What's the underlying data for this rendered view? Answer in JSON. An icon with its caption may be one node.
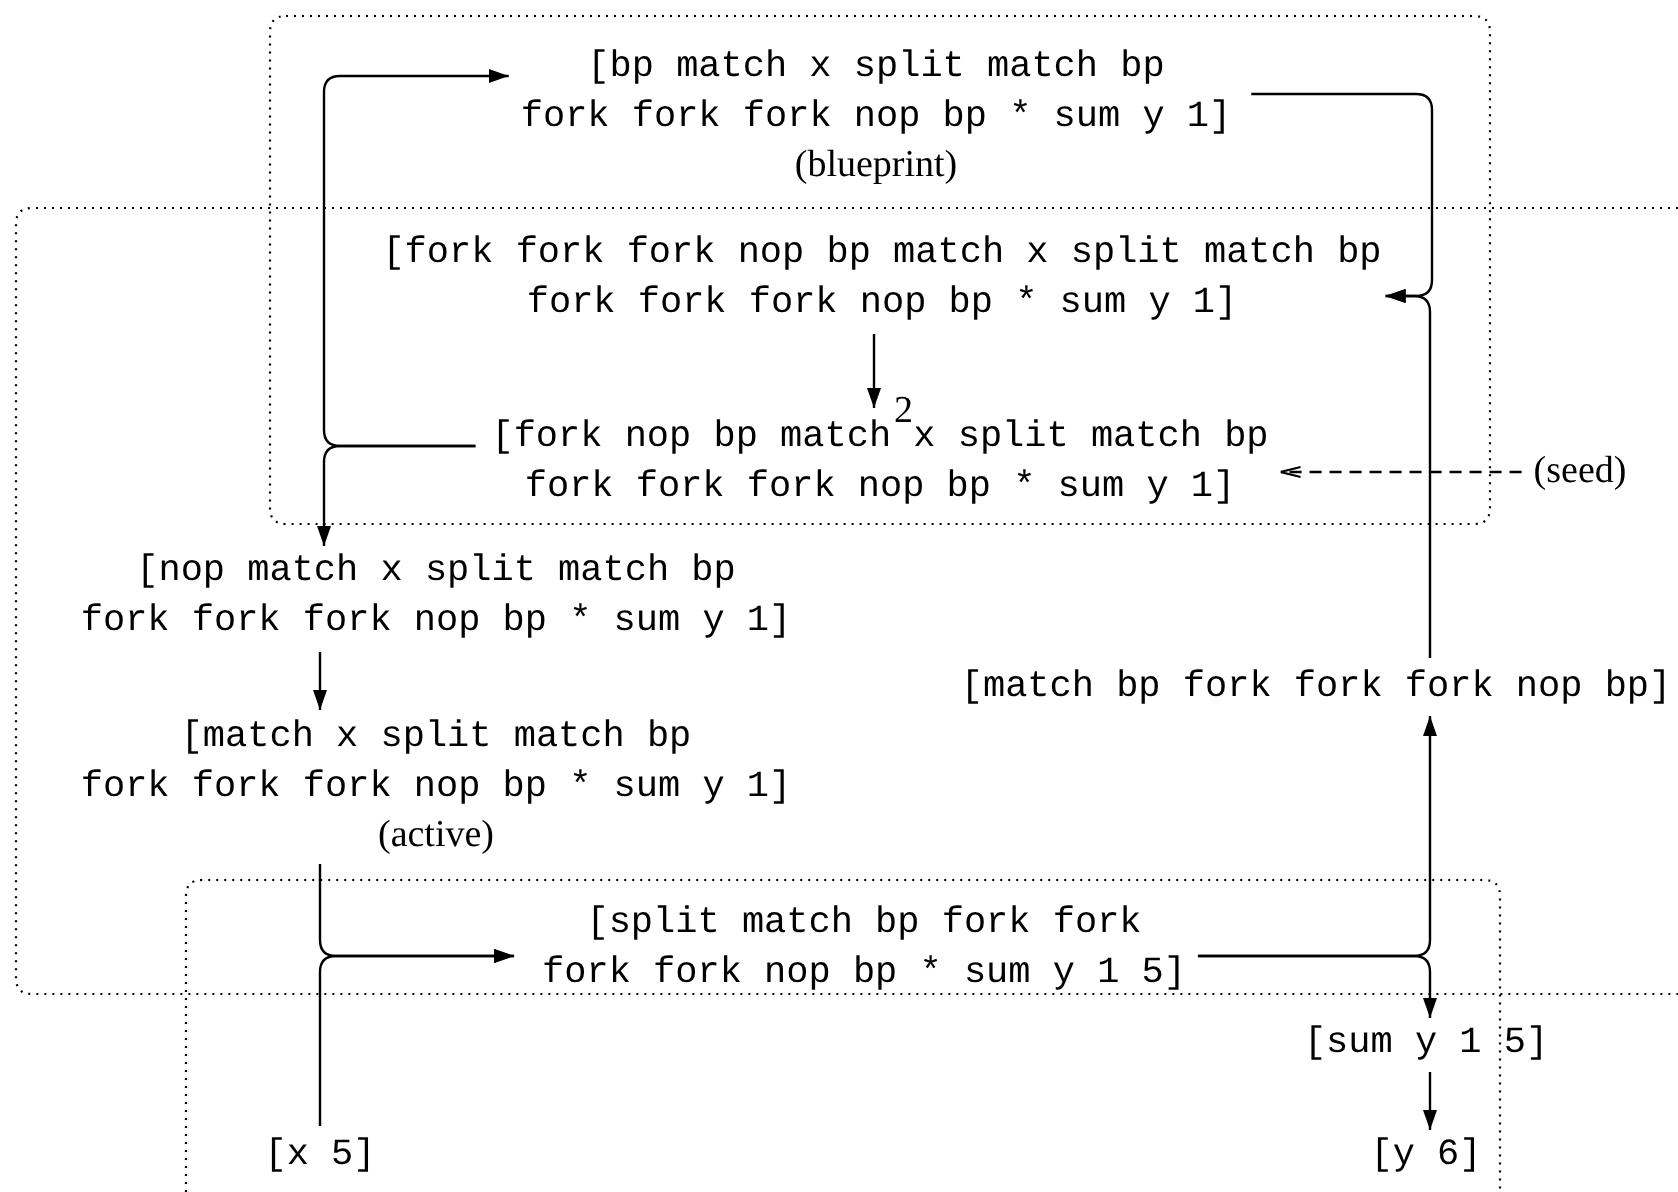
{
  "diagram": {
    "nodes": [
      {
        "text": [
          "[bp match x split match bp fork fork fork nop bp * sum y 1]",
          "(blueprint)"
        ]
      },
      {
        "text": [
          "[fork fork fork nop bp match x split match bp fork fork fork nop bp * sum y 1]"
        ]
      },
      {
        "text": [
          "[fork nop bp match x split match bp fork fork fork nop bp * sum y 1]"
        ]
      },
      {
        "text": [
          "(seed)"
        ]
      },
      {
        "text": [
          "[nop match x split match bp fork fork fork nop bp * sum y 1]"
        ]
      },
      {
        "text": [
          "[match x split match bp fork fork fork nop bp * sum y 1]",
          "(active)"
        ]
      },
      {
        "text": [
          "[match bp fork fork fork nop bp]"
        ]
      },
      {
        "text": [
          "[split match bp fork fork fork fork nop bp * sum y 1 5]"
        ]
      },
      {
        "text": [
          "[sum y 1 5]"
        ]
      },
      {
        "text": [
          "[x 5]"
        ]
      },
      {
        "text": [
          "[y 6]"
        ]
      }
    ],
    "edges": [
      {
        "from": 0,
        "to": 1,
        "arrow": "to"
      },
      {
        "from": 1,
        "to": 2,
        "arrow": "to",
        "label": "2"
      },
      {
        "from": 2,
        "to": 0,
        "arrow": "to"
      },
      {
        "from": 2,
        "to": 4,
        "arrow": "to"
      },
      {
        "from": 3,
        "to": 2,
        "arrow": "to",
        "style": "dashed"
      },
      {
        "from": 4,
        "to": 5,
        "arrow": "to"
      },
      {
        "from": 5,
        "to": 7,
        "arrow": "to"
      },
      {
        "from": 9,
        "to": 7,
        "arrow": "to"
      },
      {
        "from": 7,
        "to": 6,
        "arrow": "to"
      },
      {
        "from": 7,
        "to": 8,
        "arrow": "to"
      },
      {
        "from": 6,
        "to": 1,
        "arrow": "to"
      },
      {
        "from": 8,
        "to": 10,
        "arrow": "to"
      }
    ]
  }
}
